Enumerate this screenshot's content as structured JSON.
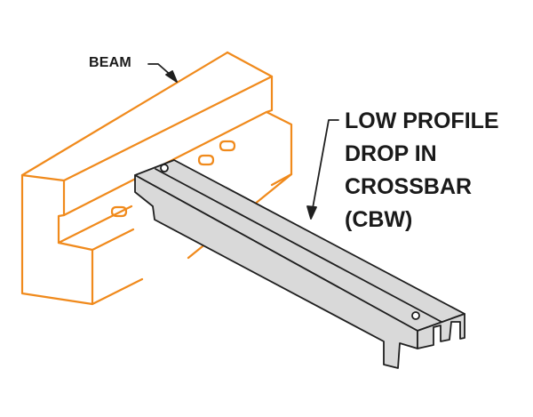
{
  "labels": {
    "beam": "BEAM",
    "crossbar_lines": [
      "LOW PROFILE",
      "DROP IN",
      "CROSSBAR",
      "(CBW)"
    ]
  },
  "colors": {
    "beam_outline": "#f08a1c",
    "crossbar_fill": "#d9d9d9",
    "crossbar_outline": "#1f1f1f",
    "leader": "#1f1f1f",
    "background": "#ffffff"
  }
}
